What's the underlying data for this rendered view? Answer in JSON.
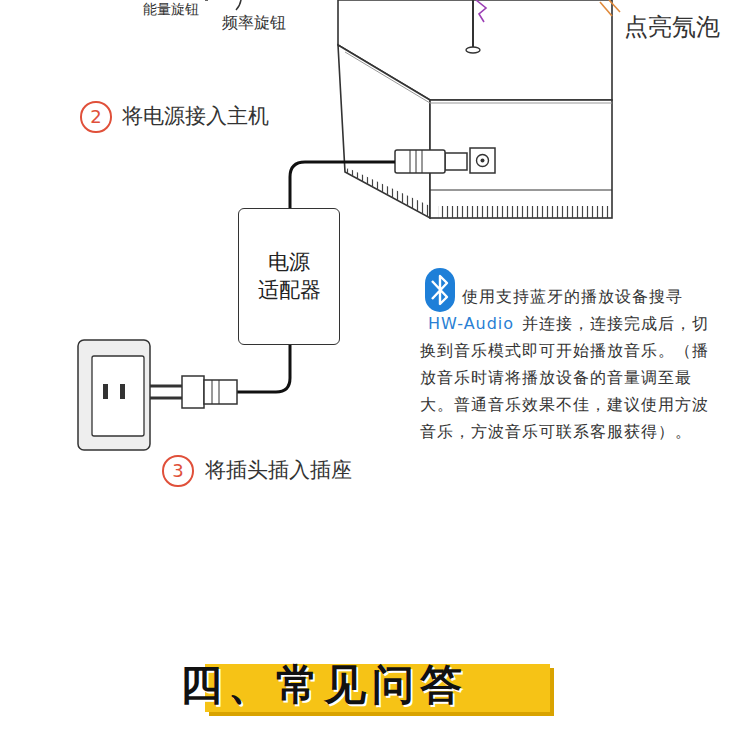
{
  "diagram": {
    "title": "四、常见问答",
    "nodes": [
      {
        "text": [
          "2"
        ]
      },
      {
        "text": [
          "电源 适配器"
        ]
      },
      {
        "text": [
          "3"
        ]
      }
    ],
    "labels": [
      "能量旋钮",
      "频率旋钮",
      "点亮氖泡",
      "将电源接入主机",
      "将插头插入插座",
      "使用支持蓝牙的播放设备搜寻",
      "HW-Audio",
      "并连接，连接完成后，切换到音乐模式即可开始播放音乐。（播放音乐时请将播放设备的音量调至最大。普通音乐效果不佳，建议使用方波音乐，方波音乐可联系客服获得）。"
    ]
  }
}
